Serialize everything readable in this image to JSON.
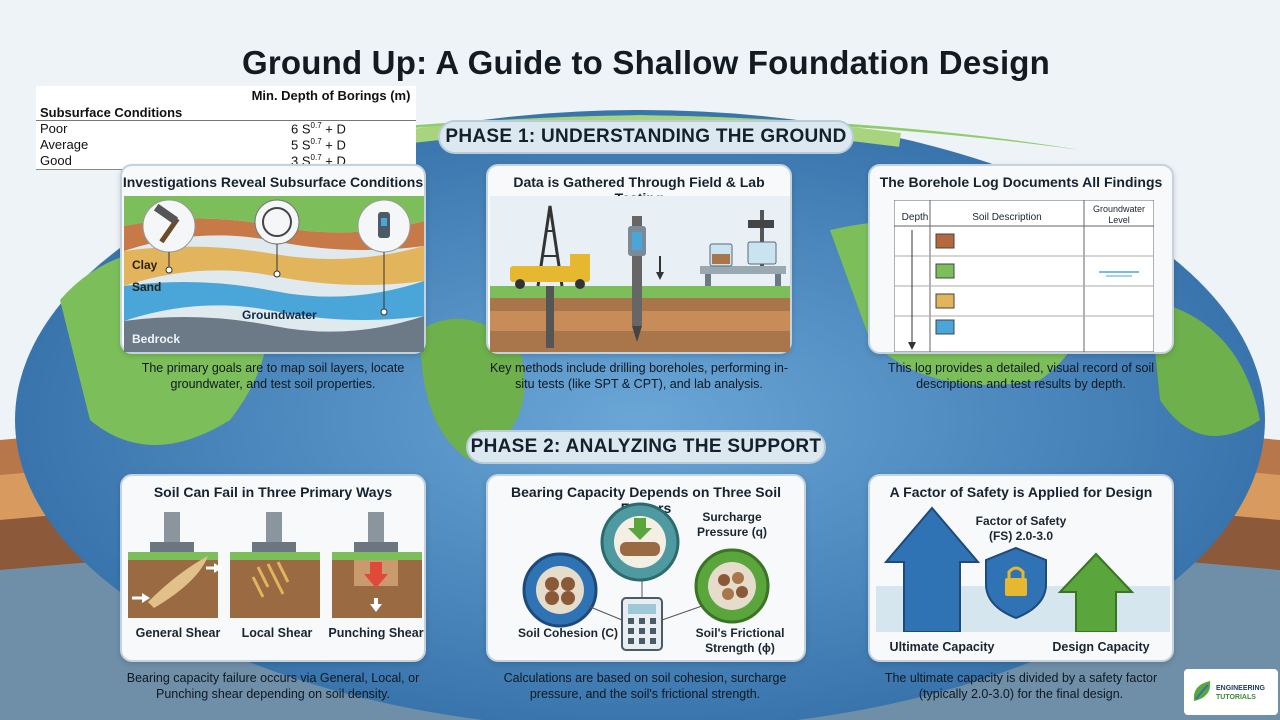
{
  "title": "Ground Up: A Guide to Shallow Foundation Design",
  "reference_table": {
    "header_condition": "Subsurface Conditions",
    "header_depth": "Min. Depth of Borings (m)",
    "rows": [
      {
        "condition": "Poor",
        "coef": "6 S",
        "exp": "0.7",
        "tail": " + D"
      },
      {
        "condition": "Average",
        "coef": "5 S",
        "exp": "0.7",
        "tail": " + D"
      },
      {
        "condition": "Good",
        "coef": "3 S",
        "exp": "0.7",
        "tail": " + D"
      }
    ]
  },
  "phase1": {
    "label": "PHASE 1: UNDERSTANDING THE GROUND",
    "cards": [
      {
        "title": "Investigations Reveal Subsurface Conditions",
        "caption": "The primary goals are to map soil layers, locate groundwater, and test soil properties.",
        "layers": [
          "Clay",
          "Sand",
          "Groundwater",
          "Bedrock"
        ]
      },
      {
        "title": "Data is Gathered Through Field & Lab Testing",
        "caption": "Key methods include drilling boreholes, performing in-situ tests (like SPT & CPT), and lab analysis."
      },
      {
        "title": "The Borehole Log Documents All Findings",
        "caption": "This log provides a detailed, visual record of soil descriptions and test results by depth.",
        "columns": [
          "Depth",
          "Soil Description",
          "Groundwater Level"
        ]
      }
    ]
  },
  "phase2": {
    "label": "PHASE 2: ANALYZING THE SUPPORT",
    "cards": [
      {
        "title": "Soil Can Fail in Three Primary Ways",
        "caption": "Bearing capacity failure occurs via General, Local, or Punching shear depending on soil density.",
        "modes": [
          "General Shear",
          "Local Shear",
          "Punching Shear"
        ]
      },
      {
        "title": "Bearing Capacity Depends on Three Soil Factors",
        "caption": "Calculations are based on soil cohesion, surcharge pressure, and the soil's frictional strength.",
        "factors": {
          "surcharge": "Surcharge Pressure (q)",
          "cohesion": "Soil Cohesion (C)",
          "friction": "Soil's Frictional Strength (ϕ)"
        }
      },
      {
        "title": "A Factor of Safety is Applied for Design",
        "caption": "The ultimate capacity is divided by a safety factor (typically 2.0-3.0) for the final design.",
        "fs_label": "Factor of Safety (FS) 2.0-3.0",
        "ultimate": "Ultimate Capacity",
        "design": "Design Capacity"
      }
    ]
  },
  "logo": {
    "line1": "ENGINEERING",
    "line2": "TUTORIALS"
  },
  "colors": {
    "ocean": "#3f7fb8",
    "land": "#7cbf5a",
    "clay": "#b4683e",
    "sand": "#e2b45c",
    "water": "#4aa6d8",
    "rock": "#6b7a86",
    "arrow_blue": "#2f73b5",
    "arrow_green": "#5aa63c"
  }
}
